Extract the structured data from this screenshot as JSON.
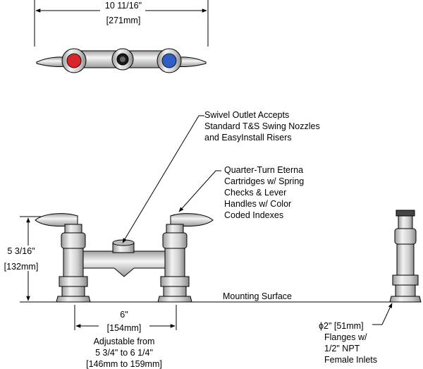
{
  "top_view": {
    "width_in": "10 11/16\"",
    "width_mm": "[271mm]"
  },
  "callouts": {
    "swivel": [
      "Swivel Outlet Accepts",
      "Standard T&S Swing Nozzles",
      "and EasyInstall Risers"
    ],
    "cartridges": [
      "Quarter-Turn Eterna",
      "Cartridges w/ Spring",
      "Checks & Lever",
      "Handles w/ Color",
      "Coded Indexes"
    ],
    "mounting": "Mounting Surface",
    "flanges": [
      "ϕ2\" [51mm]",
      "Flanges w/",
      "1/2\" NPT",
      "Female Inlets"
    ]
  },
  "front_view": {
    "height_in": "5 3/16\"",
    "height_mm": "[132mm]",
    "center_in": "6\"",
    "center_mm": "[154mm]",
    "adjustable": [
      "Adjustable from",
      "5 3/4\" to 6 1/4\"",
      "[146mm to 159mm]"
    ]
  },
  "colors": {
    "hot": "#d8262a",
    "cold": "#2d5fc4",
    "metal": "#d9d9d9",
    "line": "#000000"
  }
}
